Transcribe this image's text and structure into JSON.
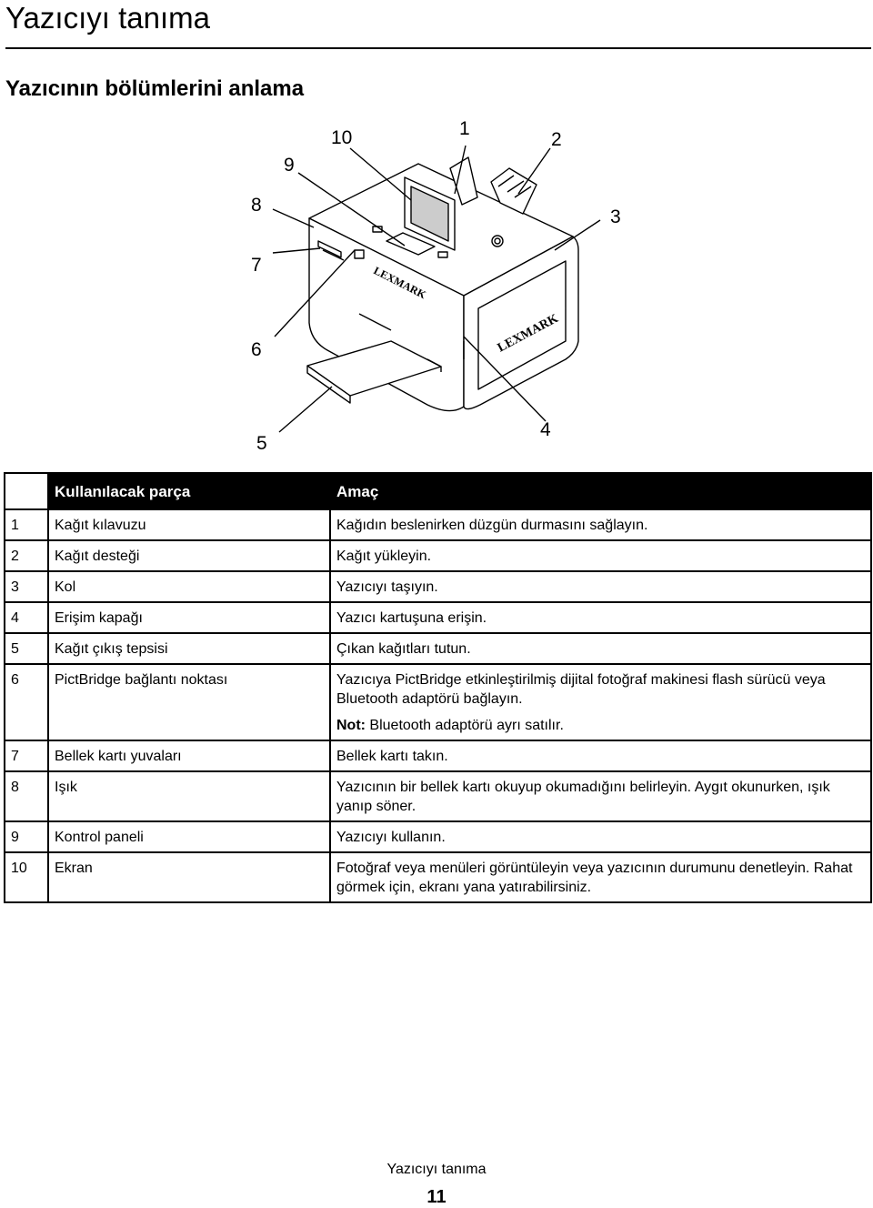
{
  "page": {
    "title": "Yazıcıyı tanıma",
    "section_title": "Yazıcının bölümlerini anlama"
  },
  "figure": {
    "callouts": [
      "1",
      "2",
      "3",
      "4",
      "5",
      "6",
      "7",
      "8",
      "9",
      "10"
    ],
    "logo_text": "LEXMARK"
  },
  "table": {
    "headers": {
      "part": "Kullanılacak parça",
      "purpose": "Amaç"
    },
    "rows": [
      {
        "num": "1",
        "part": "Kağıt kılavuzu",
        "purpose": "Kağıdın beslenirken düzgün durmasını sağlayın."
      },
      {
        "num": "2",
        "part": "Kağıt desteği",
        "purpose": "Kağıt yükleyin."
      },
      {
        "num": "3",
        "part": "Kol",
        "purpose": "Yazıcıyı taşıyın."
      },
      {
        "num": "4",
        "part": "Erişim kapağı",
        "purpose": "Yazıcı kartuşuna erişin."
      },
      {
        "num": "5",
        "part": "Kağıt çıkış tepsisi",
        "purpose": "Çıkan kağıtları tutun."
      },
      {
        "num": "6",
        "part": "PictBridge bağlantı noktası",
        "purpose": "Yazıcıya PictBridge etkinleştirilmiş dijital fotoğraf makinesi flash sürücü veya Bluetooth adaptörü bağlayın.",
        "note_label": "Not:",
        "note_text": " Bluetooth adaptörü ayrı satılır."
      },
      {
        "num": "7",
        "part": "Bellek kartı yuvaları",
        "purpose": "Bellek kartı takın."
      },
      {
        "num": "8",
        "part": "Işık",
        "purpose": "Yazıcının bir bellek kartı okuyup okumadığını belirleyin. Aygıt okunurken, ışık yanıp söner."
      },
      {
        "num": "9",
        "part": "Kontrol paneli",
        "purpose": "Yazıcıyı kullanın."
      },
      {
        "num": "10",
        "part": "Ekran",
        "purpose": "Fotoğraf veya menüleri görüntüleyin veya yazıcının durumunu denetleyin. Rahat görmek için, ekranı yana yatırabilirsiniz."
      }
    ]
  },
  "footer": {
    "title": "Yazıcıyı tanıma",
    "page_number": "11"
  }
}
